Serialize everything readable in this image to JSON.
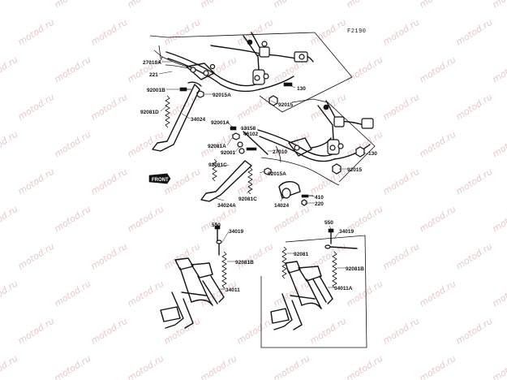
{
  "figure_number": "F2190",
  "watermark": "motod.ru",
  "front_label": "FRONT",
  "labels": {
    "p27010A": "27010A",
    "p221": "221",
    "p92001B": "92001B",
    "p92015A_top": "92015A",
    "p92081D": "92081D",
    "p34024": "34024",
    "p130_top": "130",
    "p92015_top": "92015",
    "p92001A": "92001A",
    "p13158": "13158",
    "p46102": "46102",
    "p92081A": "92081A",
    "p92001": "92001",
    "p27010": "27010",
    "p130_right": "130",
    "p92081C_left": "92081C",
    "p92015A_mid": "92015A",
    "p92015_right": "92015",
    "p92081C_mid": "92081C",
    "p34024A": "34024A",
    "p14024": "14024",
    "p410": "410",
    "p220": "220",
    "p550_left": "550",
    "p34019_left": "34019",
    "p92081B_left": "92081B",
    "p34011": "34011",
    "p550_right": "550",
    "p34019_right": "34019",
    "p92081": "92081",
    "p92081B_right": "92081B",
    "p34011A": "34011A"
  }
}
